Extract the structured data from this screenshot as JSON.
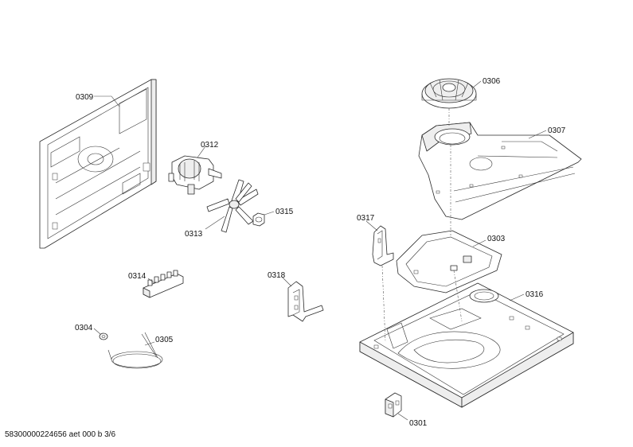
{
  "document": {
    "footer_code": "58300000224656 aet 000 b 3/6"
  },
  "parts": [
    {
      "id": "p0309",
      "label": "0309"
    },
    {
      "id": "p0312",
      "label": "0312"
    },
    {
      "id": "p0313",
      "label": "0313"
    },
    {
      "id": "p0315",
      "label": "0315"
    },
    {
      "id": "p0314",
      "label": "0314"
    },
    {
      "id": "p0304",
      "label": "0304"
    },
    {
      "id": "p0305",
      "label": "0305"
    },
    {
      "id": "p0318",
      "label": "0318"
    },
    {
      "id": "p0317",
      "label": "0317"
    },
    {
      "id": "p0306",
      "label": "0306"
    },
    {
      "id": "p0307",
      "label": "0307"
    },
    {
      "id": "p0303",
      "label": "0303"
    },
    {
      "id": "p0316",
      "label": "0316"
    },
    {
      "id": "p0301",
      "label": "0301"
    }
  ]
}
